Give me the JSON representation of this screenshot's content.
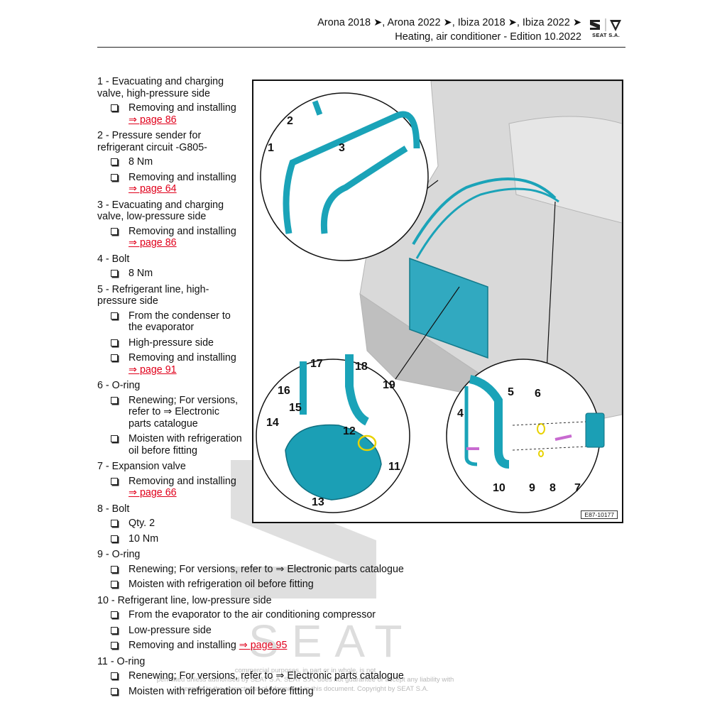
{
  "header": {
    "models": "Arona 2018 ➤, Arona 2022 ➤, Ibiza 2018 ➤, Ibiza 2022 ➤",
    "subtitle": "Heating, air conditioner - Edition 10.2022",
    "brand": "SEAT S.A."
  },
  "items": [
    {
      "title": "1 - Evacuating and charging valve, high-pressure side",
      "subs": [
        {
          "text": "Removing and installing ",
          "link": "⇒ page 86"
        }
      ]
    },
    {
      "title": "2 - Pressure sender for refrigerant circuit -G805-",
      "subs": [
        {
          "text": "8 Nm"
        },
        {
          "text": "Removing and installing ",
          "link": "⇒ page 64"
        }
      ]
    },
    {
      "title": "3 - Evacuating and charging valve, low-pressure side",
      "subs": [
        {
          "text": "Removing and installing ",
          "link": "⇒ page 86"
        }
      ]
    },
    {
      "title": "4 - Bolt",
      "subs": [
        {
          "text": "8 Nm"
        }
      ]
    },
    {
      "title": "5 - Refrigerant line, high-pressure side",
      "subs": [
        {
          "text": "From the condenser to the evaporator"
        },
        {
          "text": "High-pressure side"
        },
        {
          "text": "Removing and installing ",
          "link": "⇒ page 91"
        }
      ]
    },
    {
      "title": "6 - O-ring",
      "subs": [
        {
          "text": "Renewing; For versions, refer to ⇒ Electronic parts catalogue"
        },
        {
          "text": "Moisten with refrigeration oil before fitting"
        }
      ]
    },
    {
      "title": "7 - Expansion valve",
      "subs": [
        {
          "text": "Removing and installing ",
          "link": "⇒ page 66"
        }
      ]
    },
    {
      "title": "8 - Bolt",
      "subs": [
        {
          "text": "Qty. 2"
        },
        {
          "text": "10 Nm"
        }
      ]
    },
    {
      "title": "9 - O-ring",
      "subs": [
        {
          "text": "Renewing; For versions, refer to ⇒ Electronic parts catalogue"
        },
        {
          "text": "Moisten with refrigeration oil before fitting"
        }
      ]
    },
    {
      "title": "10 - Refrigerant line, low-pressure side",
      "subs": [
        {
          "text": "From the evaporator to the air conditioning compressor"
        },
        {
          "text": "Low-pressure side"
        },
        {
          "text": "Removing and installing ",
          "link": "⇒ page 95"
        }
      ]
    },
    {
      "title": "11 - O-ring",
      "subs": [
        {
          "text": "Renewing; For versions, refer to ⇒ Electronic parts catalogue"
        },
        {
          "text": "Moisten with refrigeration oil before fitting"
        }
      ]
    }
  ],
  "figure": {
    "id": "E87-10177",
    "callouts": [
      "1",
      "2",
      "3",
      "4",
      "5",
      "6",
      "7",
      "8",
      "9",
      "10",
      "11",
      "12",
      "13",
      "14",
      "15",
      "16",
      "17",
      "18",
      "19"
    ]
  },
  "watermark": {
    "logo_text": "SEAT",
    "line1": "commercial purposes, in part or in whole, is not",
    "line2": "permitted unless authorised by SEAT S.A. SEAT S.A. does not guarantee or accept any liability with",
    "line3": "respect to the correctness of information in this document. Copyright by SEAT S.A."
  },
  "colors": {
    "pipe": "#1aa3b8",
    "link": "#e0001b",
    "oring": "#e8d200",
    "bolt": "#c86ad0"
  }
}
